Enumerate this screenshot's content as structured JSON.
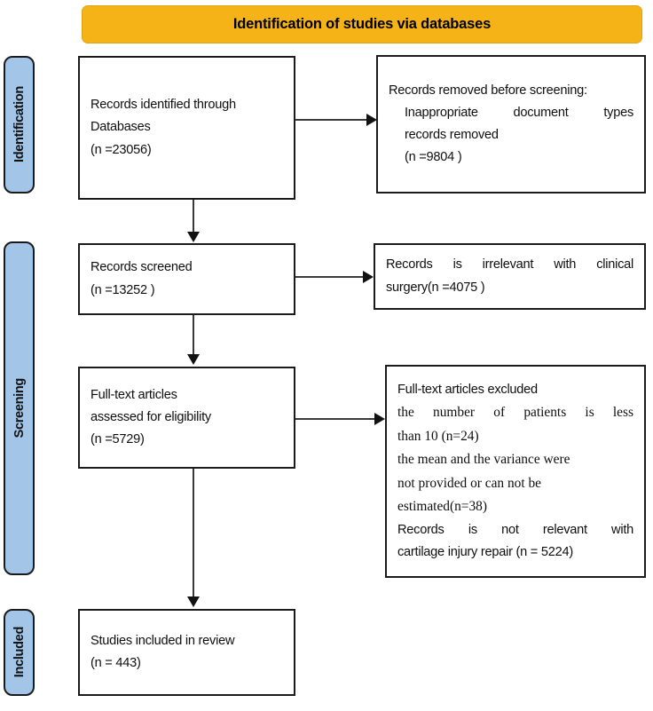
{
  "banner": {
    "title": "Identification of studies via databases",
    "color": "#F5B318"
  },
  "stages": {
    "identification": "Identification",
    "screening": "Screening",
    "included": "Included",
    "color": "#A3C5E8"
  },
  "boxes": {
    "records_identified": {
      "name": "Records identified through Databases",
      "lines": [
        "Records identified through",
        "Databases",
        "(n =23056)"
      ]
    },
    "records_removed": {
      "name": "Records removed before screening",
      "lines": [
        "Records removed before screening:",
        "Inappropriate   document   types",
        "records removed",
        "(n =9804 )"
      ]
    },
    "records_screened": {
      "name": "Records screened",
      "lines": [
        "Records screened",
        "(n =13252 )"
      ]
    },
    "records_irrelevant": {
      "name": "Records is irrelevant with clinical surgery",
      "lines": [
        "Records  is  irrelevant  with  clinical",
        "surgery(n =4075 )"
      ]
    },
    "fulltext_assessed": {
      "name": "Full-text articles assessed for eligibility",
      "lines": [
        "Full-text articles",
        "assessed for eligibility",
        "(n =5729)"
      ]
    },
    "fulltext_excluded": {
      "name": "Full-text articles excluded",
      "lines": [
        "Full-text articles excluded",
        "the  number  of  patients  is  less",
        "than 10 (n=24)",
        "the mean and the variance were",
        "not provided or can not be",
        "estimated(n=38)",
        "Records  is  not  relevant  with",
        "cartilage injury repair (n = 5224)"
      ]
    },
    "studies_included": {
      "name": "Studies included in review",
      "lines": [
        "Studies included in review",
        "(n = 443)"
      ]
    }
  },
  "connectors": {
    "arrow_down_icon": "arrow-down-icon",
    "arrow_right_icon": "arrow-right-icon"
  },
  "chart_data": {
    "type": "diagram",
    "title": "Identification of studies via databases",
    "nodes": [
      {
        "id": "records_identified",
        "stage": "Identification",
        "label": "Records identified through Databases",
        "n": 23056
      },
      {
        "id": "records_removed",
        "stage": "Identification",
        "label": "Records removed before screening: Inappropriate document types records removed",
        "n": 9804
      },
      {
        "id": "records_screened",
        "stage": "Screening",
        "label": "Records screened",
        "n": 13252
      },
      {
        "id": "records_irrelevant",
        "stage": "Screening",
        "label": "Records is irrelevant with clinical surgery",
        "n": 4075
      },
      {
        "id": "fulltext_assessed",
        "stage": "Screening",
        "label": "Full-text articles assessed for eligibility",
        "n": 5729
      },
      {
        "id": "fulltext_excluded",
        "stage": "Screening",
        "label": "Full-text articles excluded",
        "n": null,
        "reasons": [
          {
            "label": "the number of patients is less than 10",
            "n": 24
          },
          {
            "label": "the mean and the variance were not provided or can not be estimated",
            "n": 38
          },
          {
            "label": "Records is not relevant with cartilage injury repair",
            "n": 5224
          }
        ]
      },
      {
        "id": "studies_included",
        "stage": "Included",
        "label": "Studies included in review",
        "n": 443
      }
    ],
    "edges": [
      {
        "from": "records_identified",
        "to": "records_removed",
        "direction": "right"
      },
      {
        "from": "records_identified",
        "to": "records_screened",
        "direction": "down"
      },
      {
        "from": "records_screened",
        "to": "records_irrelevant",
        "direction": "right"
      },
      {
        "from": "records_screened",
        "to": "fulltext_assessed",
        "direction": "down"
      },
      {
        "from": "fulltext_assessed",
        "to": "fulltext_excluded",
        "direction": "right"
      },
      {
        "from": "fulltext_assessed",
        "to": "studies_included",
        "direction": "down"
      }
    ]
  }
}
